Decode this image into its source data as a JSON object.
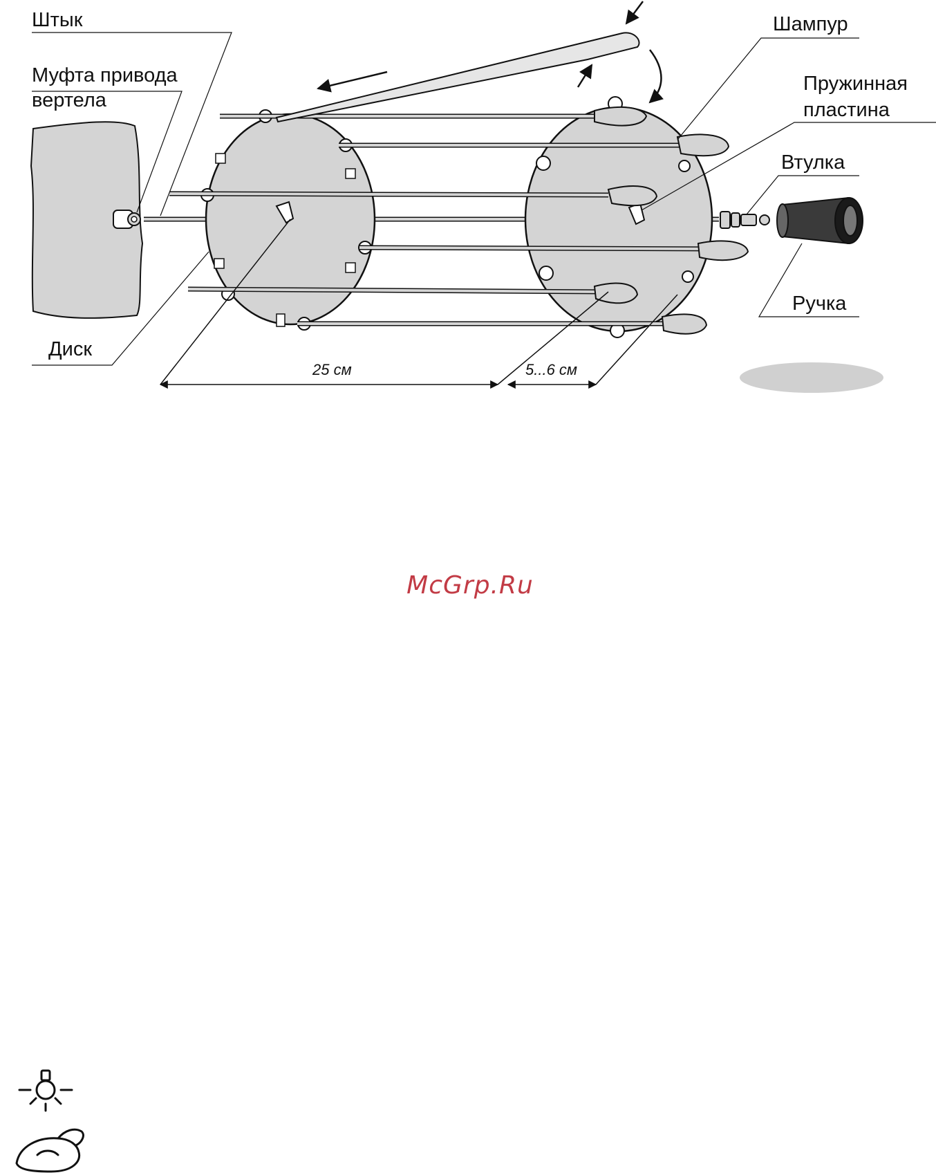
{
  "labels": {
    "bayonet": "Штык",
    "drive_coupling_line1": "Муфта привода",
    "drive_coupling_line2": "вертела",
    "disc": "Диск",
    "skewer": "Шампур",
    "spring_plate_line1": "Пружинная",
    "spring_plate_line2": "пластина",
    "bushing": "Втулка",
    "handle": "Ручка"
  },
  "dimensions": {
    "between_discs": "25 см",
    "disc_offset": "5...6 см"
  },
  "watermark": "McGrp.Ru",
  "icons": [
    "lamp-icon",
    "roast-chicken-icon"
  ],
  "colors": {
    "part_fill": "#d4d4d4",
    "outline": "#111111",
    "watermark": "#c23b45",
    "shadow": "#d0d0d0"
  }
}
